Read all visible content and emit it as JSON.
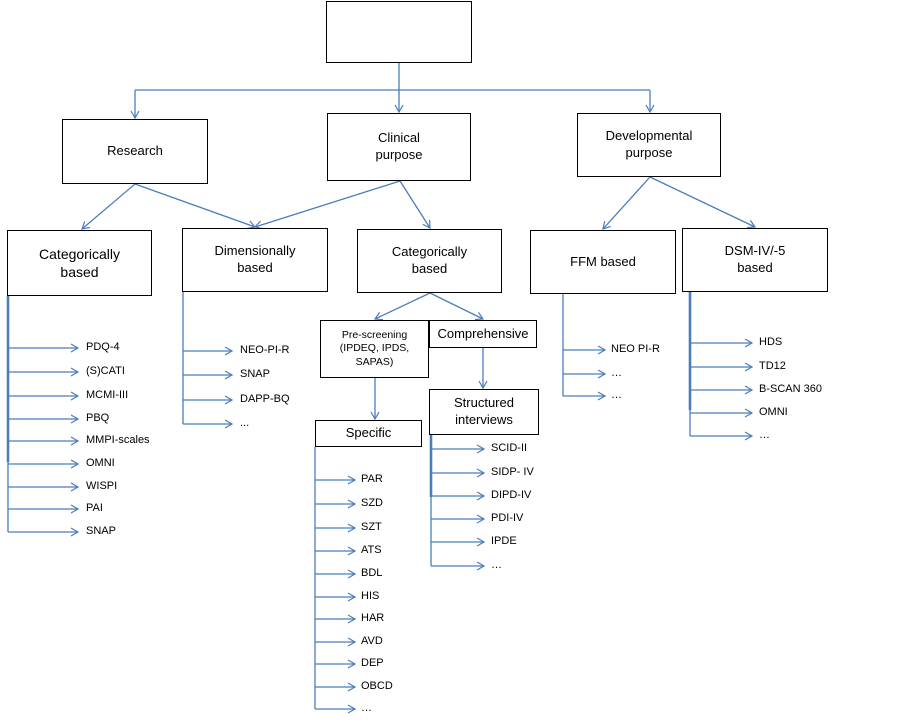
{
  "root": {
    "label": ""
  },
  "level1": {
    "research": "Research",
    "clinical": "Clinical\npurpose",
    "developmental": "Developmental\npurpose"
  },
  "level2": {
    "cat_research": "Categorically\nbased",
    "dimensional": "Dimensionally\nbased",
    "cat_clinical": "Categorically\nbased",
    "ffm": "FFM based",
    "dsm": "DSM-IV/-5\nbased"
  },
  "level3": {
    "prescreening": "Pre-screening\n(IPDEQ, IPDS,\nSAPAS)",
    "comprehensive": "Comprehensive",
    "specific": "Specific",
    "structured": "Structured\ninterviews"
  },
  "lists": {
    "categorical_research": [
      "PDQ-4",
      "(S)CATI",
      "MCMI-III",
      "PBQ",
      "MMPI-scales",
      "OMNI",
      "WISPI",
      "PAI",
      "SNAP"
    ],
    "dimensional": [
      "NEO-PI-R",
      "SNAP",
      "DAPP-BQ",
      "..."
    ],
    "specific": [
      "PAR",
      "SZD",
      "SZT",
      "ATS",
      "BDL",
      "HIS",
      "HAR",
      "AVD",
      "DEP",
      "OBCD",
      "…"
    ],
    "structured": [
      "SCID-II",
      "SIDP- IV",
      "DIPD-IV",
      "PDI-IV",
      "IPDE",
      "…"
    ],
    "ffm": [
      "NEO PI-R",
      "…",
      "…"
    ],
    "dsm": [
      "HDS",
      "TD12",
      "B-SCAN 360",
      "OMNI",
      "…"
    ]
  },
  "colors": {
    "connector": "#4a7ebb",
    "box_border": "#000000"
  }
}
